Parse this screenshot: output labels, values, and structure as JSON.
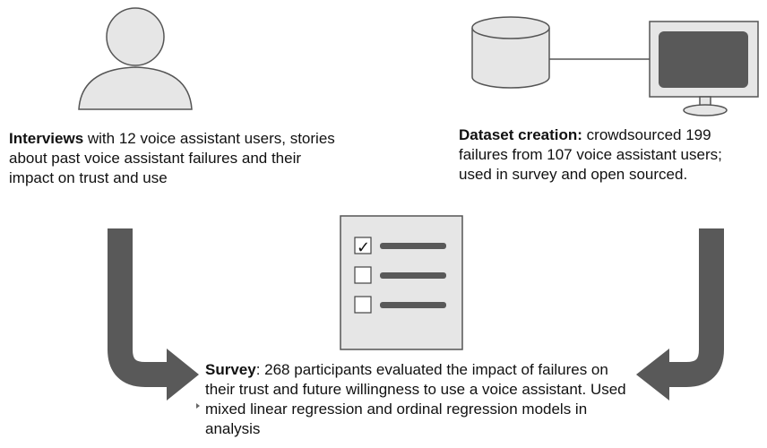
{
  "interviews": {
    "bold": "Interviews",
    "text": " with 12 voice assistant users, stories about past voice assistant failures and their impact on trust and use"
  },
  "dataset": {
    "bold": "Dataset creation:",
    "text": " crowdsourced 199 failures from 107 voice assistant users; used in survey and open sourced."
  },
  "survey": {
    "bold": "Survey",
    "text": ": 268 participants evaluated the impact of failures on their trust and future willingness to use a voice assistant. Used mixed linear regression and ordinal regression models in analysis"
  },
  "checklist": {
    "items": [
      {
        "checked": true,
        "mark": "✓"
      },
      {
        "checked": false,
        "mark": ""
      },
      {
        "checked": false,
        "mark": ""
      }
    ]
  },
  "colors": {
    "arrow": "#595959",
    "outline": "#555555",
    "icon_fill": "#e6e6e6",
    "monitor_screen": "#595959",
    "checklist_bar": "#595959"
  }
}
